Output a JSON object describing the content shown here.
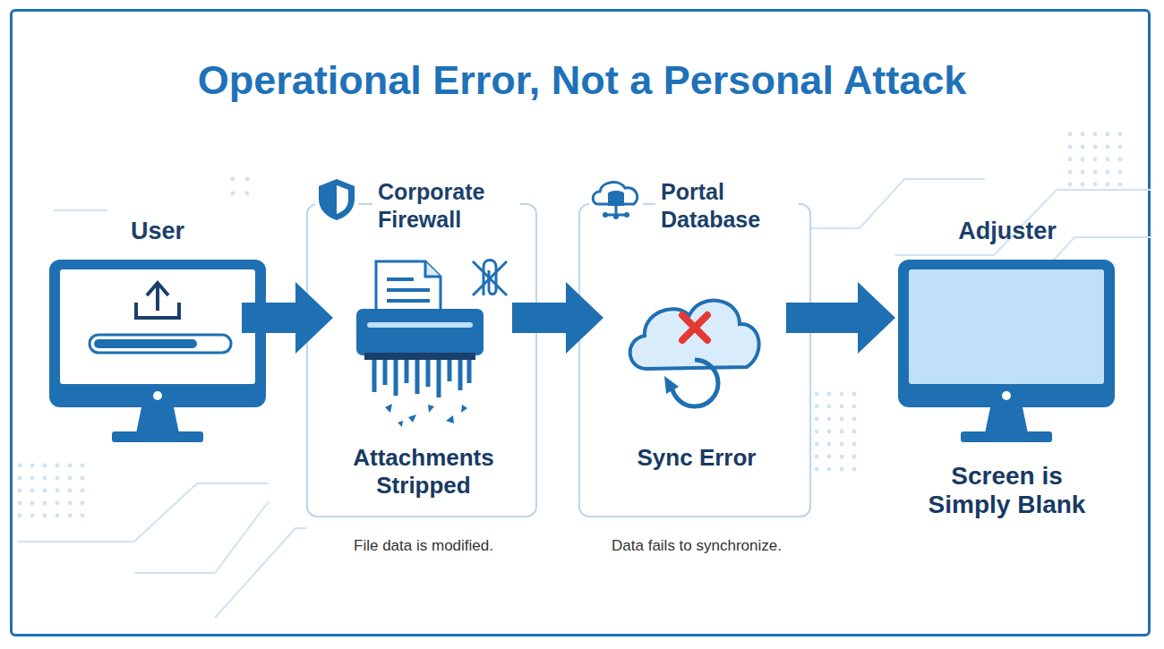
{
  "diagram": {
    "title": "Operational Error, Not a Personal Attack",
    "nodes": [
      {
        "text": [
          "User"
        ]
      },
      {
        "text": [
          "Corporate Firewall",
          "Attachments Stripped",
          "File data is modified."
        ]
      },
      {
        "text": [
          "Portal Database",
          "Sync Error",
          "Data fails to synchronize."
        ]
      },
      {
        "text": [
          "Adjuster",
          "Screen is Simply Blank"
        ]
      }
    ],
    "edges": [
      {
        "from": 0,
        "to": 1,
        "arrow": "to"
      },
      {
        "from": 1,
        "to": 2,
        "arrow": "to"
      },
      {
        "from": 2,
        "to": 3,
        "arrow": "to"
      }
    ]
  }
}
